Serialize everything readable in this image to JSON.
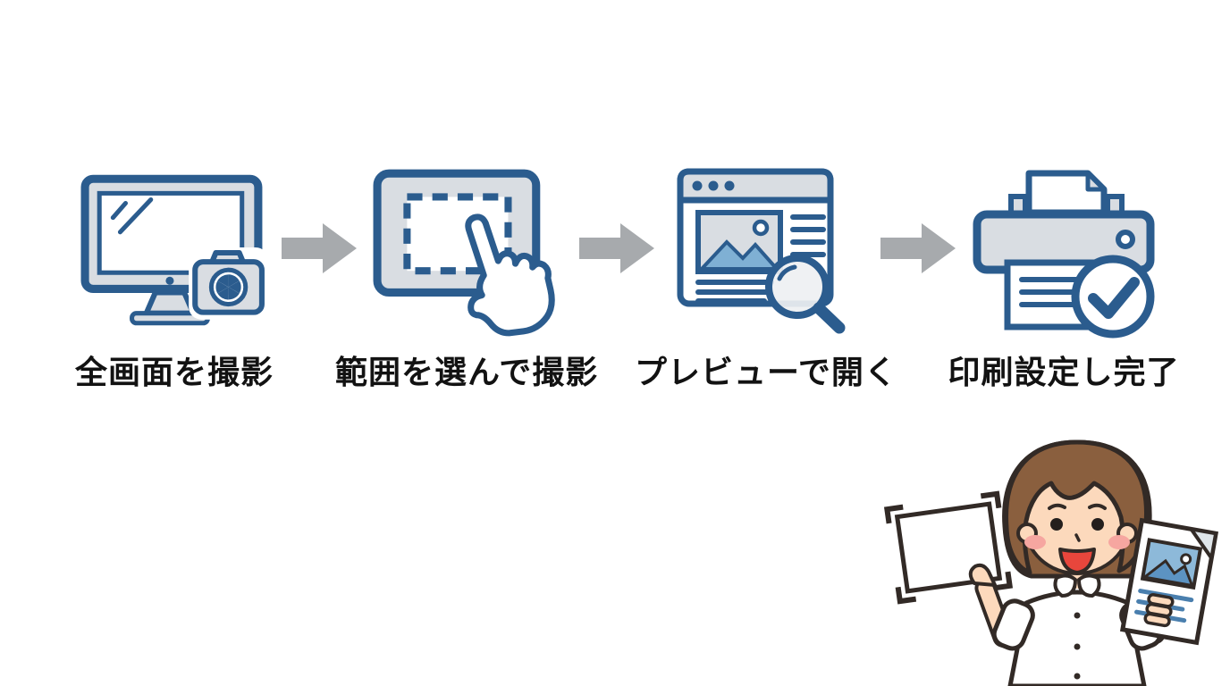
{
  "steps": [
    {
      "label": "全画面を撮影",
      "icon": "monitor-camera-icon"
    },
    {
      "label": "範囲を選んで撮影",
      "icon": "selection-hand-icon"
    },
    {
      "label": "プレビューで開く",
      "icon": "browser-magnifier-icon"
    },
    {
      "label": "印刷設定し完了",
      "icon": "printer-check-icon"
    }
  ],
  "arrows": {
    "count": 3,
    "direction": "right"
  },
  "colors": {
    "background": "#ffffff",
    "icon_stroke": "#2b5c8e",
    "icon_fill": "#d9dde2",
    "arrow_gray": "#a7aaad",
    "label_text": "#121212",
    "image_accent_blue": "#7fb0d4",
    "hair_brown": "#8a5f3e",
    "skin": "#fcd9bc",
    "blush_pink": "#f6a6a0",
    "mouth_red": "#e8463c"
  },
  "illustration": {
    "name": "woman-holding-screenshot-and-print"
  }
}
